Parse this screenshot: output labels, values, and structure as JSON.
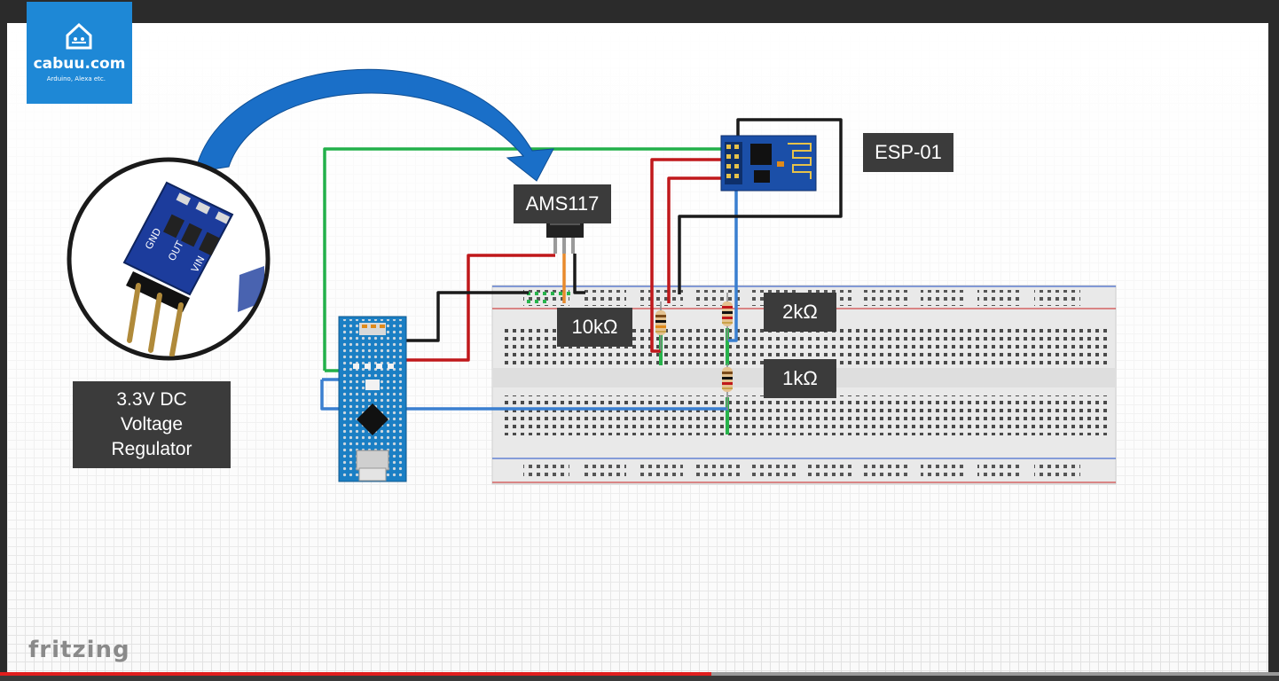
{
  "logo": {
    "brand": "cabuu.com",
    "tagline": "Arduino, Alexa etc."
  },
  "labels": {
    "regulator": [
      "3.3V DC",
      "Voltage",
      "Regulator"
    ],
    "ams": "AMS117",
    "esp": "ESP-01",
    "r10k": "10kΩ",
    "r2k": "2kΩ",
    "r1k": "1kΩ"
  },
  "regulator_pins": [
    "GND",
    "OUT",
    "VIN"
  ],
  "watermark": "fritzing",
  "video_progress": 0.556,
  "colors": {
    "wire_red": "#c0181b",
    "wire_green": "#22b04a",
    "wire_black": "#1a1a1a",
    "wire_blue": "#3a7fd0",
    "wire_orange": "#e88a2c",
    "arrow_blue": "#1a6fc8",
    "label_bg": "#3b3b3b",
    "logo_bg": "#1e88d6",
    "arduino": "#1b7fc4",
    "esp": "#1b4fa8",
    "progress": "#e01e1e"
  }
}
